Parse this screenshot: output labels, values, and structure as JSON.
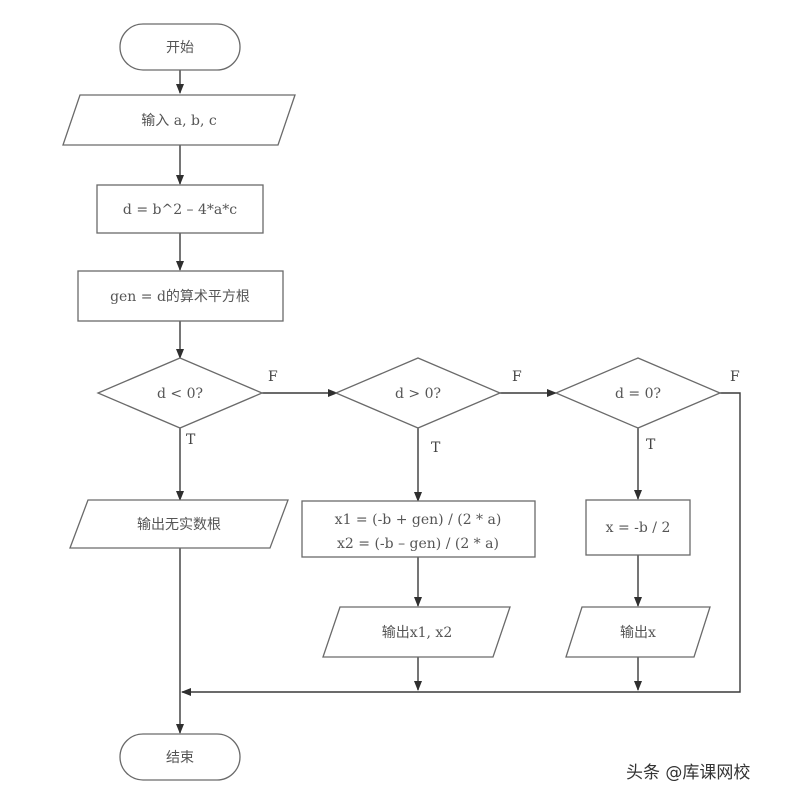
{
  "nodes": {
    "start": "开始",
    "input": "输入 a, b, c",
    "compute_d": "d = b^2 – 4*a*c",
    "sqrt": "gen = d的算术平方根",
    "cond1": "d < 0?",
    "cond2": "d > 0?",
    "cond3": "d = 0?",
    "out_no_root": "输出无实数根",
    "roots_line1": "x1 = (-b + gen) / (2 * a)",
    "roots_line2": "x2 = (-b – gen) / (2 * a)",
    "out_x1x2": "输出x1, x2",
    "single_root": "x = -b / 2",
    "out_x": "输出x",
    "end": "结束"
  },
  "branch_labels": {
    "true": "T",
    "false": "F"
  },
  "watermark": "头条 @库课网校"
}
